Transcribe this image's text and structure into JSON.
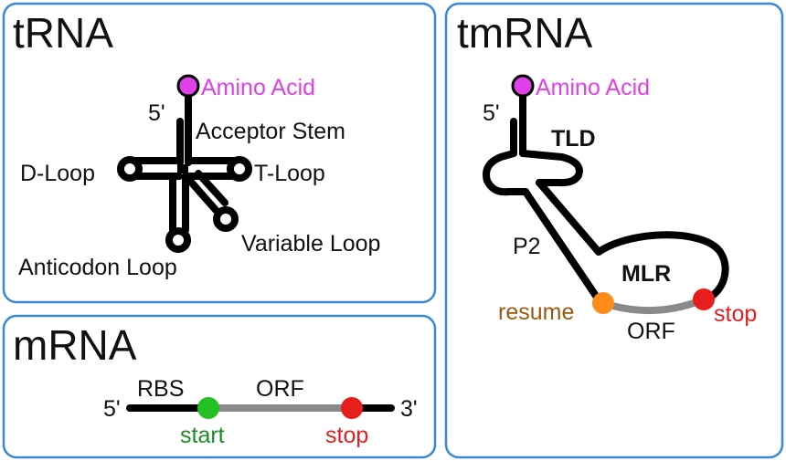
{
  "colors": {
    "panel_border": "#3a87d8",
    "strand": "#000000",
    "orf": "#8a8a8a",
    "amino": "#e040e8",
    "start": "#22c022",
    "start_text": "#1e8a28",
    "stop": "#e61e1e",
    "stop_text": "#e02020",
    "resume": "#ff8c1a",
    "resume_text": "#9a5a10"
  },
  "trna": {
    "title": "tRNA",
    "amino_acid": "Amino Acid",
    "five_prime": "5'",
    "acceptor_stem": "Acceptor Stem",
    "d_loop": "D-Loop",
    "t_loop": "T-Loop",
    "variable_loop": "Variable Loop",
    "anticodon_loop": "Anticodon Loop"
  },
  "tmrna": {
    "title": "tmRNA",
    "amino_acid": "Amino Acid",
    "five_prime": "5'",
    "tld": "TLD",
    "p2": "P2",
    "mlr": "MLR",
    "resume": "resume",
    "stop": "stop",
    "orf": "ORF"
  },
  "mrna": {
    "title": "mRNA",
    "five_prime": "5'",
    "three_prime": "3'",
    "rbs": "RBS",
    "orf": "ORF",
    "start": "start",
    "stop": "stop"
  }
}
